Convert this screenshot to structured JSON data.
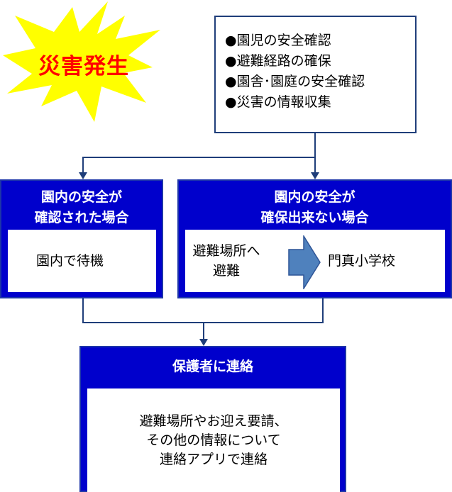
{
  "alert": {
    "label": "災害発生"
  },
  "checklist": {
    "items": [
      "●園児の安全確認",
      "●避難経路の確保",
      "●園舎･園庭の安全確認",
      "●災害の情報収集"
    ]
  },
  "safe_panel": {
    "title_lines": [
      "園内の安全が",
      "確認された場合"
    ],
    "action": "園内で待機"
  },
  "unsafe_panel": {
    "title_lines": [
      "園内の安全が",
      "確保出来ない場合"
    ],
    "evac_lines": [
      "避難場所へ",
      "避難"
    ],
    "destination": "門真小学校"
  },
  "contact_panel": {
    "title": "保護者に連絡",
    "body_lines": [
      "避難場所やお迎え要請、",
      "その他の情報について",
      "連絡アプリで連絡"
    ]
  },
  "colors": {
    "panel_fill": "#0000cc",
    "connector": "#1f3e7a",
    "burst_fill": "#ffff00",
    "alert_text": "#ff0000",
    "arrow_fill": "#4f81bd"
  }
}
